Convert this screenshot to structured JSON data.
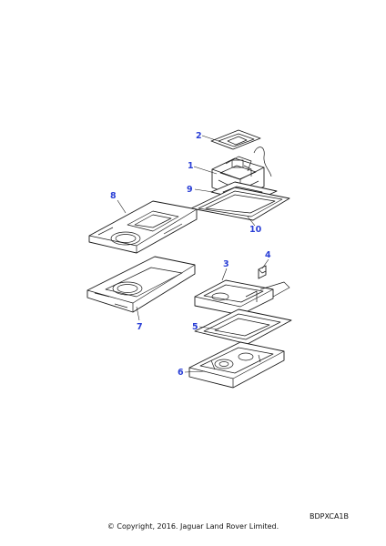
{
  "diagram": {
    "callouts": [
      "1",
      "2",
      "3",
      "4",
      "5",
      "6",
      "7",
      "8",
      "9",
      "10"
    ],
    "reference_code": "BDPXCA1B",
    "copyright": "© Copyright, 2016. Jaguar Land Rover Limited.",
    "colors": {
      "callout": "#2a3fd6",
      "line": "#1a1a1a",
      "background": "#ffffff"
    }
  }
}
